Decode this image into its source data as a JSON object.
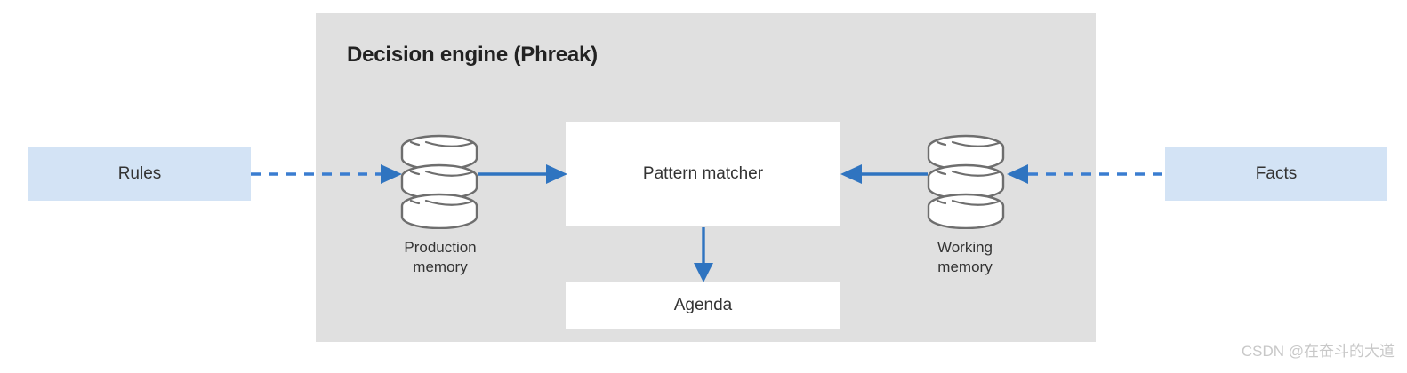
{
  "diagram": {
    "engine_panel": {
      "title": "Decision engine (Phreak)",
      "background_color": "#e0e0e0"
    },
    "io_boxes": [
      {
        "name": "rules",
        "label": "Rules",
        "color": "#d3e3f5"
      },
      {
        "name": "facts",
        "label": "Facts",
        "color": "#d3e3f5"
      }
    ],
    "process_boxes": [
      {
        "name": "pattern-matcher",
        "label": "Pattern matcher",
        "color": "#ffffff"
      },
      {
        "name": "agenda",
        "label": "Agenda",
        "color": "#ffffff"
      }
    ],
    "stores": [
      {
        "name": "production-memory",
        "label_line1": "Production",
        "label_line2": "memory",
        "icon": "database-cylinder-icon",
        "segments": 3
      },
      {
        "name": "working-memory",
        "label_line1": "Working",
        "label_line2": "memory",
        "icon": "database-cylinder-icon",
        "segments": 3
      }
    ],
    "connectors": [
      {
        "name": "rules-to-production-memory",
        "style": "dashed",
        "direction": "right",
        "color": "#3a7dd0"
      },
      {
        "name": "production-memory-to-pattern-matcher",
        "style": "solid",
        "direction": "right",
        "color": "#2f74c0"
      },
      {
        "name": "pattern-matcher-to-agenda",
        "style": "solid",
        "direction": "down",
        "color": "#2f74c0"
      },
      {
        "name": "working-memory-to-pattern-matcher",
        "style": "solid",
        "direction": "left",
        "color": "#2f74c0"
      },
      {
        "name": "facts-to-working-memory",
        "style": "dashed",
        "direction": "left",
        "color": "#3a7dd0"
      }
    ],
    "accent_color": "#2f74c0",
    "watermark": "CSDN @在奋斗的大道"
  }
}
